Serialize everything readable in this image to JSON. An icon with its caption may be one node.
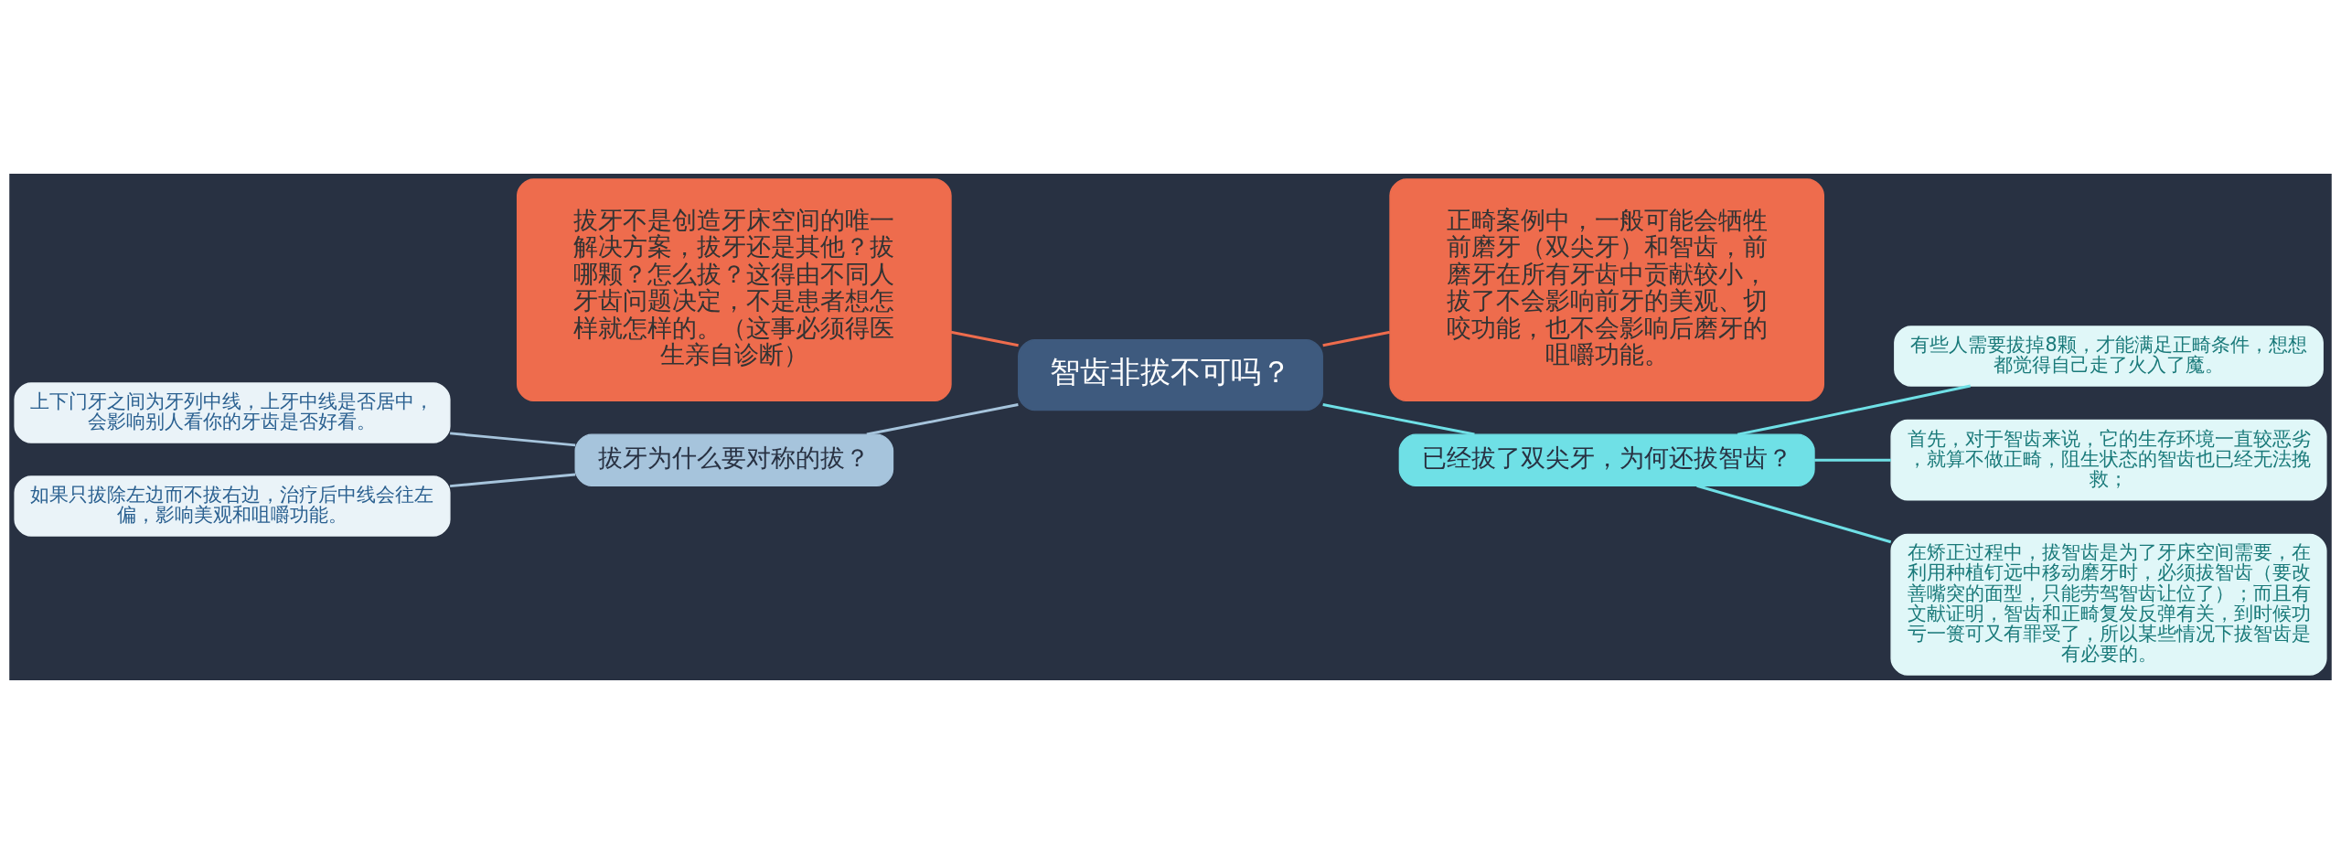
{
  "diagram": {
    "nodes": [
      {
        "text": [
          "智齿非拔不可吗？"
        ]
      },
      {
        "text": [
          "拔牙不是创造牙床空间的唯一解决方案，拔牙还是其他？拔哪颗？怎么拔？这得由不同人牙齿问题决定，不是患者想怎样就怎样的。（这事必须得医生亲自诊断）"
        ]
      },
      {
        "text": [
          "正畸案例中，一般可能会牺牲前磨牙（双尖牙）和智齿，前磨牙在所有牙齿中贡献较小，拔了不会影响前牙的美观、切咬功能，也不会影响后磨牙的咀嚼功能。"
        ]
      },
      {
        "text": [
          "拔牙为什么要对称的拔？"
        ]
      },
      {
        "text": [
          "上下门牙之间为牙列中线，上牙中线是否居中，会影响别人看你的牙齿是否好看。"
        ]
      },
      {
        "text": [
          "如果只拔除左边而不拔右边，治疗后中线会往左偏，影响美观和咀嚼功能。"
        ]
      },
      {
        "text": [
          "已经拔了双尖牙，为何还拔智齿？"
        ]
      },
      {
        "text": [
          "有些人需要拔掉8颗，才能满足正畸条件，想想都觉得自己走了火入了魔。"
        ]
      },
      {
        "text": [
          "首先，对于智齿来说，它的生存环境一直较恶劣，就算不做正畸，阻生状态的智齿也已经无法挽救；"
        ]
      },
      {
        "text": [
          "在矫正过程中，拔智齿是为了牙床空间需要，在利用种植钉远中移动磨牙时，必须拔智齿（要改善嘴突的面型，只能劳驾智齿让位了）；而且有文献证明，智齿和正畸复发反弹有关，到时候功亏一篑可又有罪受了，所以某些情况下拔智齿是有必要的。"
        ]
      }
    ],
    "edges": [
      {
        "from": 0,
        "to": 1,
        "arrow": "none",
        "color": "#ee6c4d"
      },
      {
        "from": 0,
        "to": 2,
        "arrow": "none",
        "color": "#ee6c4d"
      },
      {
        "from": 0,
        "to": 3,
        "arrow": "none",
        "color": "#a6c4dc"
      },
      {
        "from": 3,
        "to": 4,
        "arrow": "none",
        "color": "#a6c4dc"
      },
      {
        "from": 3,
        "to": 5,
        "arrow": "none",
        "color": "#a6c4dc"
      },
      {
        "from": 0,
        "to": 6,
        "arrow": "none",
        "color": "#6fe0e6"
      },
      {
        "from": 6,
        "to": 7,
        "arrow": "none",
        "color": "#6fe0e6"
      },
      {
        "from": 6,
        "to": 8,
        "arrow": "none",
        "color": "#6fe0e6"
      },
      {
        "from": 6,
        "to": 9,
        "arrow": "none",
        "color": "#6fe0e6"
      }
    ]
  }
}
